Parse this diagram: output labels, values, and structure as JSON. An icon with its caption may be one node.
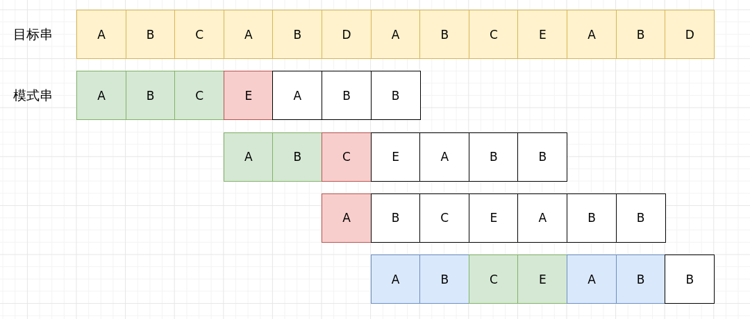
{
  "diagram": {
    "nodes": [
      {
        "text": [
          "A"
        ]
      },
      {
        "text": [
          "B"
        ]
      },
      {
        "text": [
          "C"
        ]
      },
      {
        "text": [
          "A"
        ]
      },
      {
        "text": [
          "B"
        ]
      },
      {
        "text": [
          "D"
        ]
      },
      {
        "text": [
          "A"
        ]
      },
      {
        "text": [
          "B"
        ]
      },
      {
        "text": [
          "C"
        ]
      },
      {
        "text": [
          "E"
        ]
      },
      {
        "text": [
          "A"
        ]
      },
      {
        "text": [
          "B"
        ]
      },
      {
        "text": [
          "D"
        ]
      },
      {
        "text": [
          "A"
        ]
      },
      {
        "text": [
          "B"
        ]
      },
      {
        "text": [
          "C"
        ]
      },
      {
        "text": [
          "E"
        ]
      },
      {
        "text": [
          "A"
        ]
      },
      {
        "text": [
          "B"
        ]
      },
      {
        "text": [
          "B"
        ]
      },
      {
        "text": [
          "A"
        ]
      },
      {
        "text": [
          "B"
        ]
      },
      {
        "text": [
          "C"
        ]
      },
      {
        "text": [
          "E"
        ]
      },
      {
        "text": [
          "A"
        ]
      },
      {
        "text": [
          "B"
        ]
      },
      {
        "text": [
          "B"
        ]
      },
      {
        "text": [
          "A"
        ]
      },
      {
        "text": [
          "B"
        ]
      },
      {
        "text": [
          "C"
        ]
      },
      {
        "text": [
          "E"
        ]
      },
      {
        "text": [
          "A"
        ]
      },
      {
        "text": [
          "B"
        ]
      },
      {
        "text": [
          "B"
        ]
      },
      {
        "text": [
          "A"
        ]
      },
      {
        "text": [
          "B"
        ]
      },
      {
        "text": [
          "C"
        ]
      },
      {
        "text": [
          "E"
        ]
      },
      {
        "text": [
          "A"
        ]
      },
      {
        "text": [
          "B"
        ]
      },
      {
        "text": [
          "B"
        ]
      }
    ],
    "labels": [
      "目标串",
      "模式串"
    ]
  }
}
